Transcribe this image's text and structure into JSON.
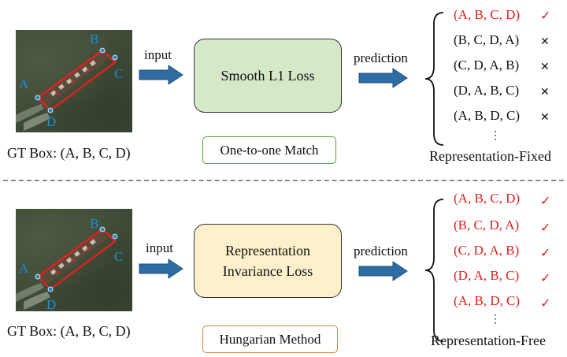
{
  "top": {
    "points": [
      "A",
      "B",
      "C",
      "D"
    ],
    "gt_caption": "GT Box: (A, B, C, D)",
    "input_label": "input",
    "loss_lines": [
      "Smooth L1 Loss"
    ],
    "prediction_label": "prediction",
    "match_label": "One-to-one Match",
    "predictions": [
      {
        "text": "(A, B, C, D)",
        "mark": "✓",
        "correct": true
      },
      {
        "text": "(B, C, D, A)",
        "mark": "✕",
        "correct": false
      },
      {
        "text": "(C, D, A, B)",
        "mark": "✕",
        "correct": false
      },
      {
        "text": "(D, A, B, C)",
        "mark": "✕",
        "correct": false
      },
      {
        "text": "(A, B, D, C)",
        "mark": "✕",
        "correct": false
      }
    ],
    "ellipsis": "⋮",
    "representation_label": "Representation-Fixed"
  },
  "bottom": {
    "points": [
      "A",
      "B",
      "C",
      "D"
    ],
    "gt_caption": "GT Box: (A, B, C, D)",
    "input_label": "input",
    "loss_lines": [
      "Representation",
      "Invariance Loss"
    ],
    "prediction_label": "prediction",
    "match_label": "Hungarian Method",
    "predictions": [
      {
        "text": "(A, B, C, D)",
        "mark": "✓",
        "correct": true
      },
      {
        "text": "(B, C, D, A)",
        "mark": "✓",
        "correct": true
      },
      {
        "text": "(C, D, A, B)",
        "mark": "✓",
        "correct": true
      },
      {
        "text": "(D, A, B, C)",
        "mark": "✓",
        "correct": true
      },
      {
        "text": "(A, B, D, C)",
        "mark": "✓",
        "correct": true
      }
    ],
    "ellipsis": "⋮",
    "representation_label": "Representation-Free"
  },
  "colors": {
    "point_blue": "#1f8bd6",
    "box_red": "#e02020",
    "arrow_blue": "#2e6da4",
    "loss_green": "#d6e8c7",
    "loss_yellow": "#fdf0cb",
    "match_green_border": "#5aa33a",
    "match_orange_border": "#d9823b",
    "divider_gray": "#8a8a8a"
  },
  "icons": [
    "ship-image",
    "right-arrow",
    "curly-brace",
    "check-icon",
    "cross-icon"
  ]
}
